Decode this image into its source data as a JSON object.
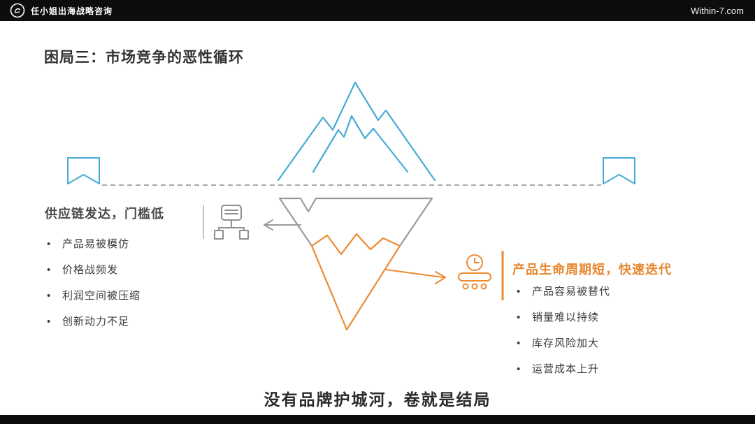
{
  "header": {
    "brand": "任小姐出海战略咨询",
    "site": "Within-7.com"
  },
  "slide": {
    "title": "困局三：市场竞争的恶性循环",
    "footer": "没有品牌护城河，卷就是结局"
  },
  "left_panel": {
    "heading": "供应链发达，门槛低",
    "bullets": [
      "产品易被模仿",
      "价格战频发",
      "利润空间被压缩",
      "创新动力不足"
    ]
  },
  "right_panel": {
    "heading": "产品生命周期短，快速迭代",
    "bullets": [
      "产品容易被替代",
      "销量难以持续",
      "库存风险加大",
      "运营成本上升"
    ]
  },
  "colors": {
    "blue": "#45ABD6",
    "gray": "#9A9A9A",
    "orange": "#EC8B33",
    "dark": "#2B2B2B"
  }
}
